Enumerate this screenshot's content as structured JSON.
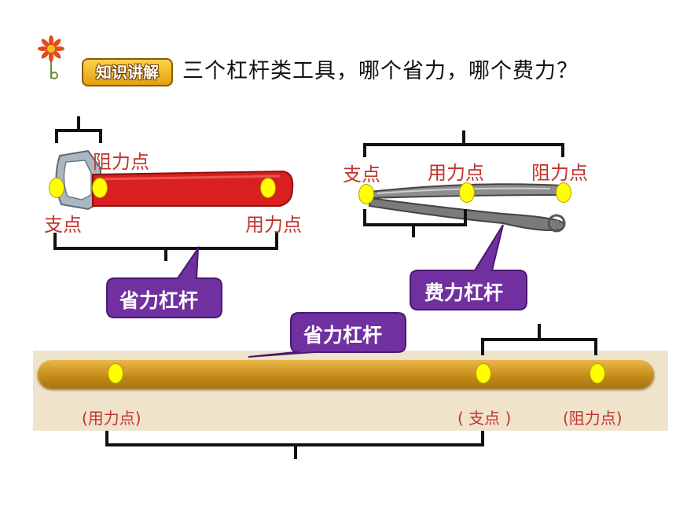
{
  "header": {
    "badge_label": "知识讲解",
    "question": "三个杠杆类工具，哪个省力，哪个费力？"
  },
  "tool1": {
    "label_top": "阻力点",
    "label_fulcrum": "支点",
    "label_effort": "用力点",
    "callout": "省力杠杆",
    "handle_color": "#d91f1f"
  },
  "tool2": {
    "label_fulcrum": "支点",
    "label_effort": "用力点",
    "label_resistance": "阻力点",
    "callout": "费力杠杆"
  },
  "tool3": {
    "callout": "省力杠杆",
    "label_effort": "(用力点)",
    "label_fulcrum": "( 支点  )",
    "label_resistance": "(阻力点)",
    "rod_color": "#c48a17"
  },
  "colors": {
    "callout_fill": "#7030a0",
    "label_color": "#c0342c",
    "dot_color": "#ffff00"
  }
}
